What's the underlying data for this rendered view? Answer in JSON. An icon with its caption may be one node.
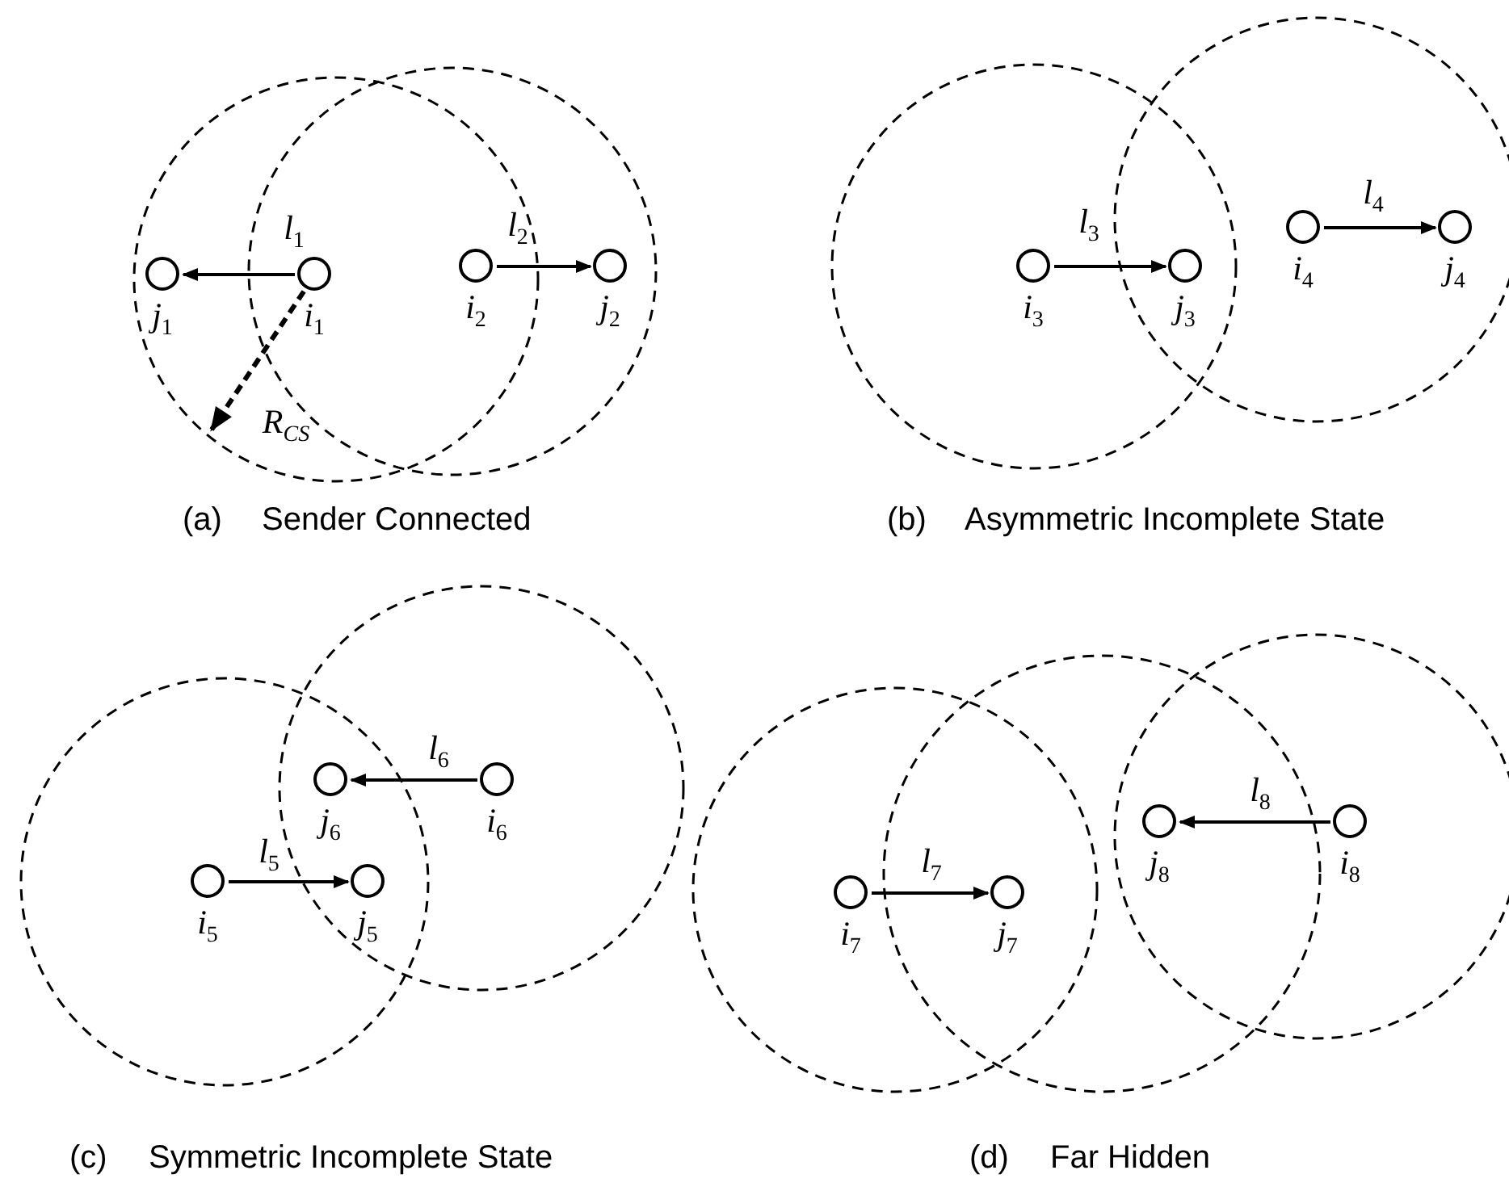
{
  "diagram": {
    "nodes": [
      {
        "text": [
          "*j*$_{1}$"
        ]
      },
      {
        "text": [
          "*i*$_{1}$"
        ]
      },
      {
        "text": [
          "*i*$_{2}$"
        ]
      },
      {
        "text": [
          "*j*$_{2}$"
        ]
      },
      {
        "text": [
          "*i*$_{3}$"
        ]
      },
      {
        "text": [
          "*j*$_{3}$"
        ]
      },
      {
        "text": [
          "*i*$_{4}$"
        ]
      },
      {
        "text": [
          "*j*$_{4}$"
        ]
      },
      {
        "text": [
          "*j*$_{6}$"
        ]
      },
      {
        "text": [
          "*i*$_{6}$"
        ]
      },
      {
        "text": [
          "*i*$_{5}$"
        ]
      },
      {
        "text": [
          "*j*$_{5}$"
        ]
      },
      {
        "text": [
          "*i*$_{7}$"
        ]
      },
      {
        "text": [
          "*j*$_{7}$"
        ]
      },
      {
        "text": [
          "*j*$_{8}$"
        ]
      },
      {
        "text": [
          "*i*$_{8}$"
        ]
      }
    ],
    "edges": [
      {
        "from": 1,
        "to": 0,
        "arrow": "to",
        "label": "*l*$_{1}$"
      },
      {
        "from": 1,
        "to": null,
        "arrow": "to",
        "label": "R$_{CS}$",
        "style": "dashed"
      },
      {
        "from": 2,
        "to": 3,
        "arrow": "to",
        "label": "*l*$_{2}$"
      },
      {
        "from": 4,
        "to": 5,
        "arrow": "to",
        "label": "*l*$_{3}$"
      },
      {
        "from": 6,
        "to": 7,
        "arrow": "to",
        "label": "*l*$_{4}$"
      },
      {
        "from": 9,
        "to": 8,
        "arrow": "to",
        "label": "*l*$_{6}$"
      },
      {
        "from": 10,
        "to": 11,
        "arrow": "to",
        "label": "*l*$_{5}$"
      },
      {
        "from": 12,
        "to": 13,
        "arrow": "to",
        "label": "*l*$_{7}$"
      },
      {
        "from": 15,
        "to": 14,
        "arrow": "to",
        "label": "*l*$_{8}$"
      }
    ],
    "labels": [
      "(a)",
      "Sender Connected",
      "(b)",
      "Asymmetric Incomplete State",
      "(c)",
      "Symmetric Incomplete State",
      "(d)",
      "Far Hidden"
    ]
  }
}
